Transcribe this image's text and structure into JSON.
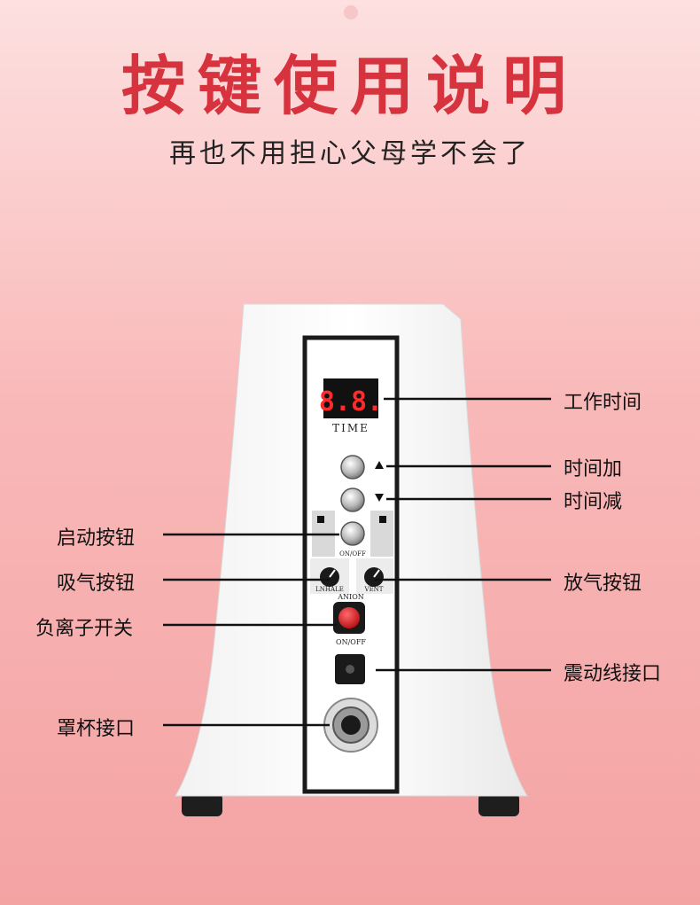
{
  "header": {
    "title": "按键使用说明",
    "subtitle": "再也不用担心父母学不会了"
  },
  "device": {
    "display_digits": "8.8.",
    "time_label": "TIME",
    "onoff_small": "ON/OFF",
    "knob_left_label": "LNHALE",
    "knob_right_label": "VENT",
    "anion_label": "ANION",
    "anion_onoff": "ON/OFF"
  },
  "callouts": {
    "work_time": "工作时间",
    "time_up": "时间加",
    "time_down": "时间减",
    "start_button": "启动按钮",
    "inhale_button": "吸气按钮",
    "vent_button": "放气按钮",
    "anion_switch": "负离子开关",
    "vibration_port": "震动线接口",
    "cup_port": "罩杯接口"
  },
  "colors": {
    "title": "#d6333e",
    "display_led": "#ff2a2a",
    "power_button": "#e0141c"
  }
}
